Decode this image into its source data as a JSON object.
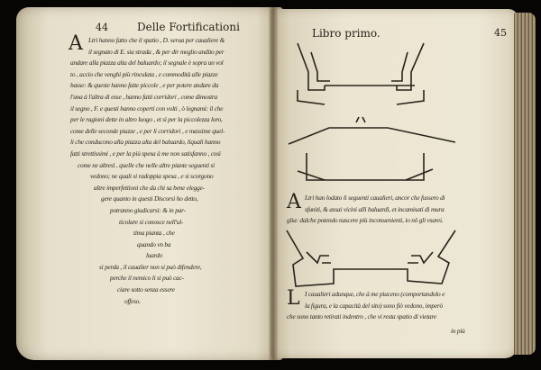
{
  "left_page": {
    "page_number": "44",
    "running_head": "Delle Fortificationi",
    "drop_cap": "A",
    "lines": [
      "Ltri hanno fatto che il spatio , D. serua per caualiere &",
      "il segnato di E. sia strada , & per dir meglio andito per",
      "andare alla piazza alta del baluardo; il segnale è sopra un vol",
      "to , accio che venghi più rinculata , e commodità alle piazze",
      "basse: & queste hanno fatte piccole , e per potere andare da",
      "l'una à l'altra di esse , hanno fatti corridori , come dimostra",
      "il segno , F. e questi hanno coperti con volti , ò legnami: il che",
      "per le ragioni dette in altro luogo , et sì per la piccolezza loro,",
      "come delle seconde piazze , e per li corridori , e massime quel-",
      "li che conducono alla piazza alta del baluardo, liquali hanno",
      "fatti strettissimi , e per la più spesa à me non satisfanno , così",
      "come ne altresì , quelle che nelle altre piante seguenti si",
      "vedono; ne quali si radoppia spesa , e si scorgono",
      "altre imperfettioni che da chi sa bene elegge-",
      "gere quanto in questi Discorsi ho detto,",
      "potranno giudicarsi: & in par-",
      "ticolare si conosce nell'ul-",
      "tima pianta , che",
      "quando vn ba",
      "luardo",
      "si perda , il caualier non si può difendere,",
      "perche il nemico li si può cac-",
      "ciare sotto senza essere",
      "offeso."
    ]
  },
  "right_page": {
    "running_head": "Libro primo.",
    "page_number": "45",
    "paragraph_1": {
      "drop_cap": "A",
      "lines": [
        "Ltri han lodato li seguenti caualieri, ancor che fussero di",
        "sfuniti, & assai vicini alli baluardi, et incamisati di mura",
        "glia: dalche potendo nascere più inconuenienti, io nö gli vsarei."
      ]
    },
    "paragraph_2": {
      "drop_cap": "L",
      "lines": [
        "I caualieri adunque, che à me piaceno (comportandolo e",
        "la figura, e la capacità del sito) sono fiò vedono, imperò",
        "che sono tanto retirati indentro , che vi resta spatio di vietare"
      ],
      "catchword": "in più"
    }
  }
}
